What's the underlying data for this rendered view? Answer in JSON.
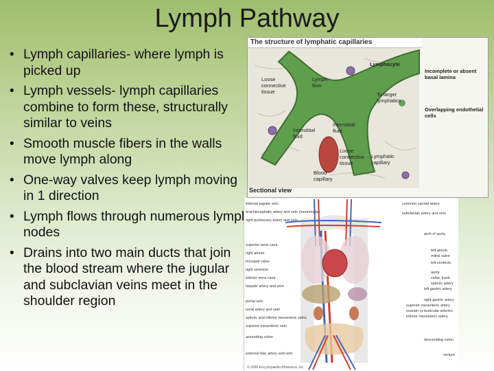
{
  "slide": {
    "title": "Lymph Pathway",
    "bullets": [
      "Lymph capillaries- where lymph is picked up",
      "Lymph vessels- lymph capillaries combine to form these, structurally similar to veins",
      "Smooth muscle fibers in the walls move lymph along",
      "One-way valves keep lymph moving in 1 direction",
      "Lymph flows through numerous lymph nodes",
      "Drains into two main ducts that join the blood stream where the jugular and subclavian veins meet in the shoulder region"
    ],
    "bullet_glyph": "•"
  },
  "figure1": {
    "heading": "The structure of lymphatic capillaries",
    "labels": {
      "lymphocyte": "Lymphocyte",
      "incomplete": "Incomplete or absent basal lamina",
      "loose_top": "Loose connective tissue",
      "lymph_flow": "Lymph flow",
      "larger": "To larger lymphatics",
      "overlapping": "Overlapping endothelial cells",
      "interstitial_left": "Interstitial fluid",
      "interstitial_mid": "Interstitial fluid",
      "loose_bottom": "Loose connective tissue",
      "lymphatic_cap": "Lymphatic capillary",
      "blood_cap": "Blood capillary",
      "sectional": "Sectional view"
    }
  },
  "figure2": {
    "left_labels": [
      "internal jugular vein",
      "brachiocephalic artery and vein (innominate)",
      "right pulmonary artery and vein",
      "superior vena cava",
      "right atrium",
      "tricuspid valve",
      "right ventricle",
      "inferior vena cava",
      "hepatic artery and vein",
      "portal vein",
      "renal artery and vein",
      "splenic and inferior mesenteric veins",
      "superior mesenteric vein",
      "ascending colon",
      "external iliac artery and vein"
    ],
    "right_labels": [
      "common carotid artery",
      "subclavian artery and vein",
      "arch of aorta",
      "left atrium",
      "mitral valve",
      "left ventricle",
      "aorta",
      "celiac trunk",
      "splenic artery",
      "left gastric artery",
      "right gastric artery",
      "superior mesenteric artery",
      "ovarian or testicular arteries",
      "inferior mesenteric artery",
      "descending colon",
      "rectum"
    ],
    "credit": "© 2006 Encyclopædia Britannica, Inc."
  },
  "colors": {
    "lymph_vessel": "#5f9e4c",
    "artery": "#d93a2b",
    "vein": "#3f66b7",
    "heart": "#c9474a"
  }
}
